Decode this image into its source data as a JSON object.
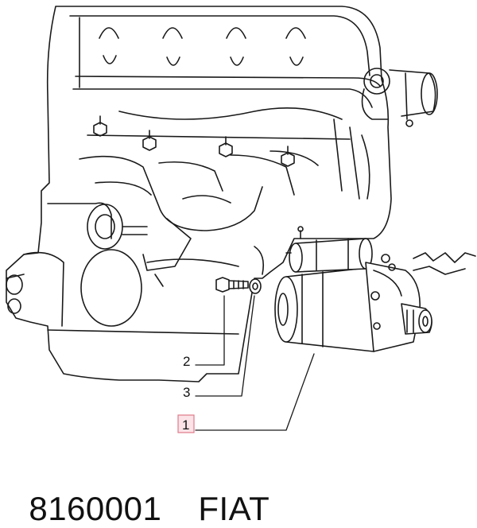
{
  "callouts": {
    "starter_motor": "1",
    "bolt": "2",
    "washer": "3"
  },
  "caption": {
    "part_number": "8160001",
    "brand": "FIAT"
  },
  "colors": {
    "line": "#1a1a1a",
    "highlight_box": "#e07a8a",
    "highlight_fill": "#fbe3e7"
  }
}
